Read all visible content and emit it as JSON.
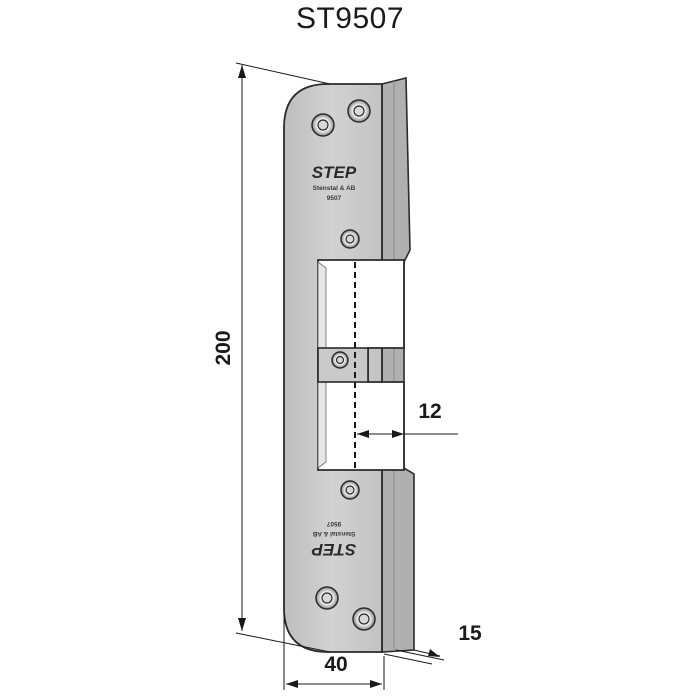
{
  "title": "ST9507",
  "dimensions": {
    "height": "200",
    "width": "40",
    "flange": "15",
    "opening_depth": "12"
  },
  "engraving": {
    "brand": "STEP",
    "company": "Stenstal & AB",
    "code": "9507"
  },
  "colors": {
    "plate_fill": "#c9c9c9",
    "plate_edge": "#2b2b2b",
    "flange_fill": "#b3b3b3",
    "line": "#1a1a1a"
  }
}
